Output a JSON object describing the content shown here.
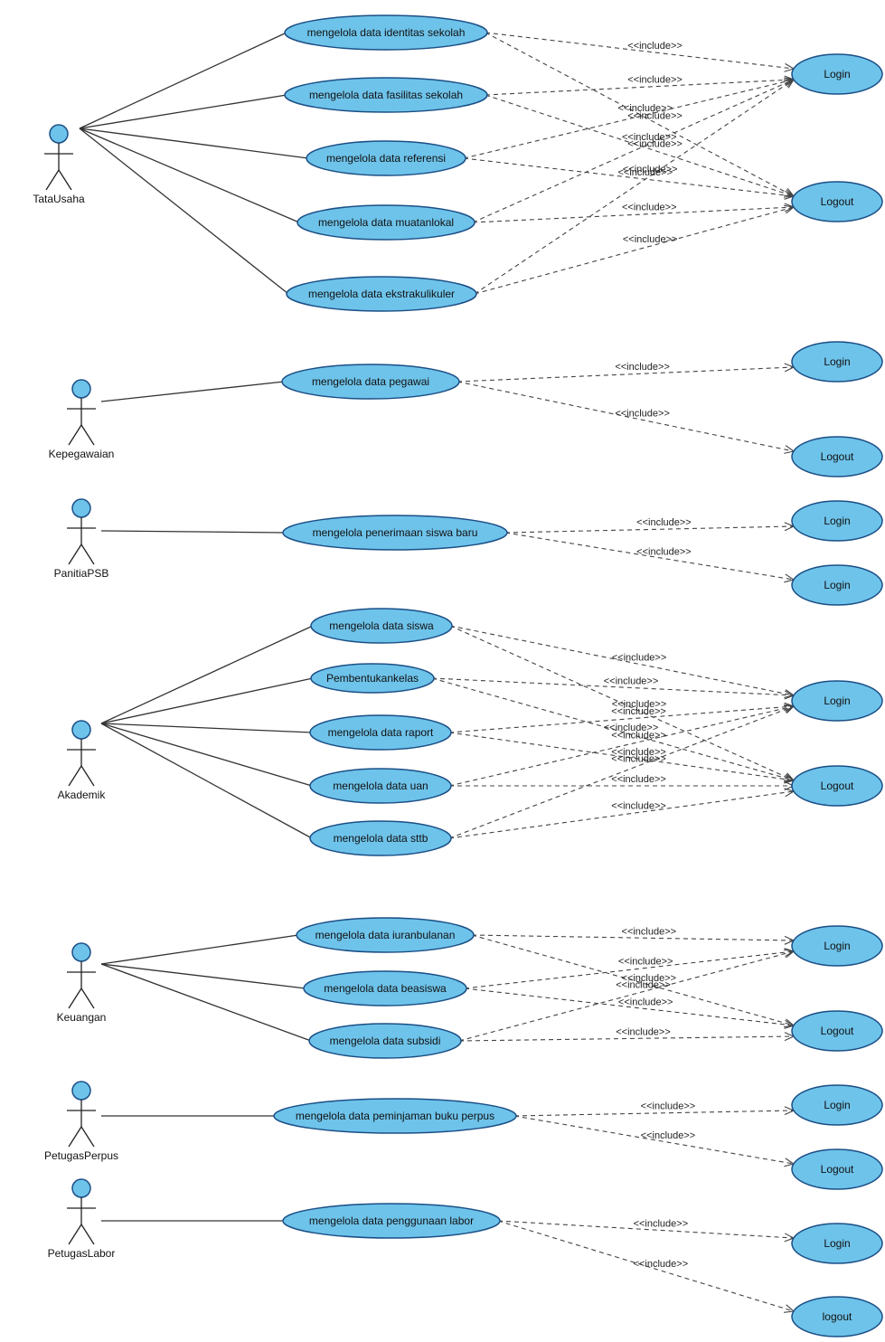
{
  "diagram": {
    "include_label": "<<include>>",
    "actors": [
      {
        "id": "tatausaha",
        "name": "TataUsaha"
      },
      {
        "id": "kepegawaian",
        "name": "Kepegawaian"
      },
      {
        "id": "panitiapsb",
        "name": "PanitiaPSB"
      },
      {
        "id": "akademik",
        "name": "Akademik"
      },
      {
        "id": "keuangan",
        "name": "Keuangan"
      },
      {
        "id": "petugasperpus",
        "name": "PetugasPerpus"
      },
      {
        "id": "petugaslabor",
        "name": "PetugasLabor"
      }
    ],
    "use_cases": [
      {
        "id": "uc1",
        "name": "mengelola data identitas sekolah",
        "actor": "tatausaha"
      },
      {
        "id": "uc2",
        "name": "mengelola data fasilitas sekolah",
        "actor": "tatausaha"
      },
      {
        "id": "uc3",
        "name": "mengelola data referensi",
        "actor": "tatausaha"
      },
      {
        "id": "uc4",
        "name": "mengelola data muatanlokal",
        "actor": "tatausaha"
      },
      {
        "id": "uc5",
        "name": "mengelola data ekstrakulikuler",
        "actor": "tatausaha"
      },
      {
        "id": "uc6",
        "name": "mengelola data pegawai",
        "actor": "kepegawaian"
      },
      {
        "id": "uc7",
        "name": "mengelola penerimaan siswa baru",
        "actor": "panitiapsb"
      },
      {
        "id": "uc8",
        "name": "mengelola data siswa",
        "actor": "akademik"
      },
      {
        "id": "uc9",
        "name": "Pembentukankelas",
        "actor": "akademik"
      },
      {
        "id": "uc10",
        "name": "mengelola data raport",
        "actor": "akademik"
      },
      {
        "id": "uc11",
        "name": "mengelola data uan",
        "actor": "akademik"
      },
      {
        "id": "uc12",
        "name": "mengelola data sttb",
        "actor": "akademik"
      },
      {
        "id": "uc13",
        "name": "mengelola data iuranbulanan",
        "actor": "keuangan"
      },
      {
        "id": "uc14",
        "name": "mengelola data beasiswa",
        "actor": "keuangan"
      },
      {
        "id": "uc15",
        "name": "mengelola data subsidi",
        "actor": "keuangan"
      },
      {
        "id": "uc16",
        "name": "mengelola data peminjaman buku perpus",
        "actor": "petugasperpus"
      },
      {
        "id": "uc17",
        "name": "mengelola data penggunaan labor",
        "actor": "petugaslabor"
      }
    ],
    "targets": [
      {
        "id": "t1",
        "name": "Login"
      },
      {
        "id": "t2",
        "name": "Logout"
      },
      {
        "id": "t3",
        "name": "Login"
      },
      {
        "id": "t4",
        "name": "Logout"
      },
      {
        "id": "t5",
        "name": "Login"
      },
      {
        "id": "t6",
        "name": "Login"
      },
      {
        "id": "t7",
        "name": "Login"
      },
      {
        "id": "t8",
        "name": "Logout"
      },
      {
        "id": "t9",
        "name": "Login"
      },
      {
        "id": "t10",
        "name": "Logout"
      },
      {
        "id": "t11",
        "name": "Login"
      },
      {
        "id": "t12",
        "name": "Logout"
      },
      {
        "id": "t13",
        "name": "Login"
      },
      {
        "id": "t14",
        "name": "logout"
      }
    ],
    "includes": [
      [
        "uc1",
        "t1"
      ],
      [
        "uc1",
        "t2"
      ],
      [
        "uc2",
        "t1"
      ],
      [
        "uc2",
        "t2"
      ],
      [
        "uc3",
        "t1"
      ],
      [
        "uc3",
        "t2"
      ],
      [
        "uc4",
        "t1"
      ],
      [
        "uc4",
        "t2"
      ],
      [
        "uc5",
        "t1"
      ],
      [
        "uc5",
        "t2"
      ],
      [
        "uc6",
        "t3"
      ],
      [
        "uc6",
        "t4"
      ],
      [
        "uc7",
        "t5"
      ],
      [
        "uc7",
        "t6"
      ],
      [
        "uc8",
        "t7"
      ],
      [
        "uc8",
        "t8"
      ],
      [
        "uc9",
        "t7"
      ],
      [
        "uc9",
        "t8"
      ],
      [
        "uc10",
        "t7"
      ],
      [
        "uc10",
        "t8"
      ],
      [
        "uc11",
        "t7"
      ],
      [
        "uc11",
        "t8"
      ],
      [
        "uc12",
        "t7"
      ],
      [
        "uc12",
        "t8"
      ],
      [
        "uc13",
        "t9"
      ],
      [
        "uc13",
        "t10"
      ],
      [
        "uc14",
        "t9"
      ],
      [
        "uc14",
        "t10"
      ],
      [
        "uc15",
        "t9"
      ],
      [
        "uc15",
        "t10"
      ],
      [
        "uc16",
        "t11"
      ],
      [
        "uc16",
        "t12"
      ],
      [
        "uc17",
        "t13"
      ],
      [
        "uc17",
        "t14"
      ]
    ],
    "colors": {
      "ellipse_fill": "#6ec3ea",
      "ellipse_stroke": "#1b4f86"
    }
  }
}
